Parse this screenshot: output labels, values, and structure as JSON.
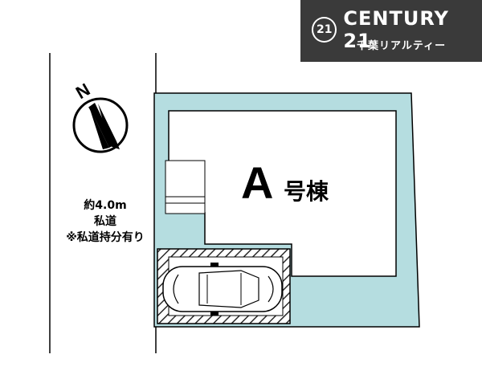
{
  "brand": {
    "logo_mark": "21",
    "name": "CENTURY 21",
    "subtitle": "千葉リアルティー"
  },
  "compass": {
    "label": "N"
  },
  "building": {
    "label_a": "A",
    "label_suffix": "号棟"
  },
  "road": {
    "width": "約4.0m",
    "type": "私道",
    "note": "※私道持分有り"
  },
  "colors": {
    "lot": "#b5dde0",
    "building": "#ffffff",
    "brand_bg": "#3a3a3a",
    "outline": "#000000"
  }
}
